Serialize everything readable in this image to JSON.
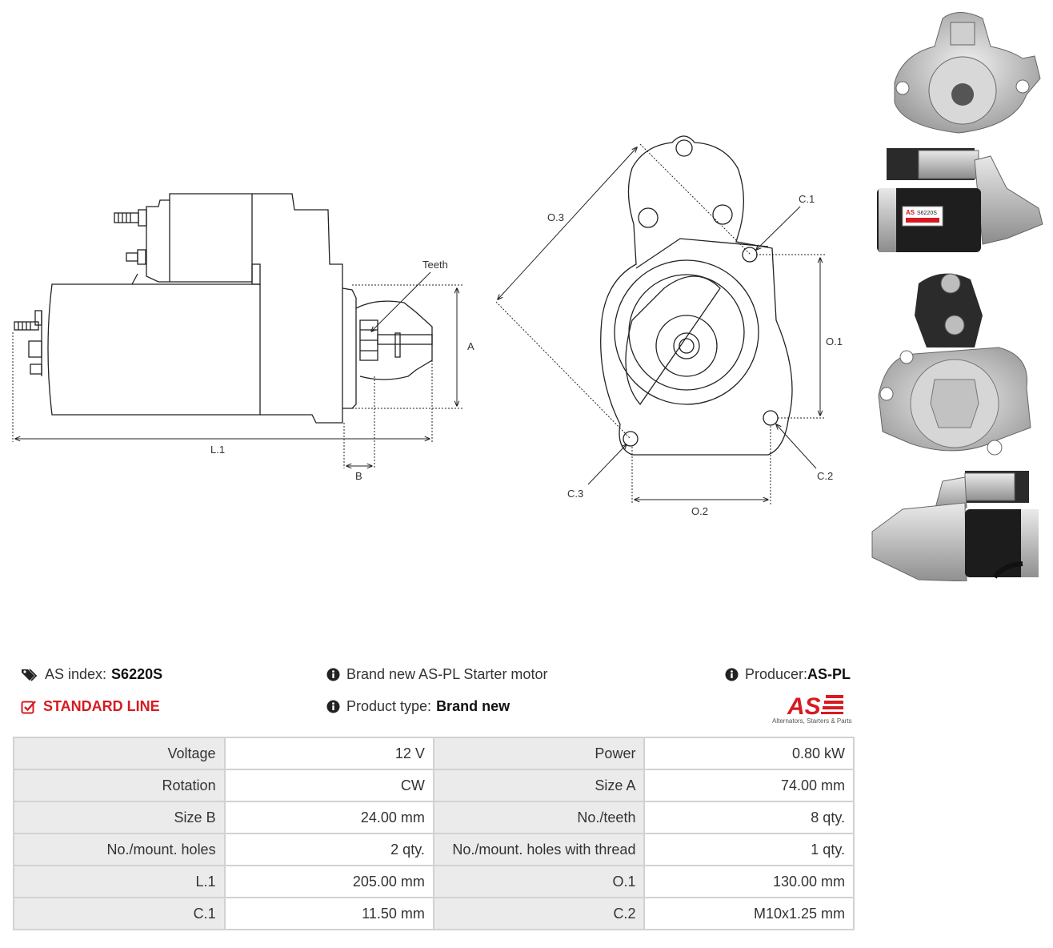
{
  "drawing": {
    "labels": {
      "teeth": "Teeth",
      "a": "A",
      "l1": "L.1",
      "b": "B",
      "o3": "O.3",
      "c1": "C.1",
      "o1": "O.1",
      "c2": "C.2",
      "c3": "C.3",
      "o2": "O.2"
    }
  },
  "photo_label": {
    "brand": "AS",
    "code": "S6220S"
  },
  "info": {
    "index_label": "AS index:",
    "index_value": "S6220S",
    "line_label": "STANDARD LINE",
    "description": "Brand new AS-PL Starter motor",
    "type_label": "Product type:",
    "type_value": "Brand new",
    "producer_label": "Producer:",
    "producer_value": "AS-PL",
    "logo_text": "AS",
    "logo_tagline": "Alternators, Starters & Parts"
  },
  "specs": [
    {
      "k1": "Voltage",
      "v1": "12 V",
      "k2": "Power",
      "v2": "0.80 kW"
    },
    {
      "k1": "Rotation",
      "v1": "CW",
      "k2": "Size A",
      "v2": "74.00 mm"
    },
    {
      "k1": "Size B",
      "v1": "24.00 mm",
      "k2": "No./teeth",
      "v2": "8 qty."
    },
    {
      "k1": "No./mount. holes",
      "v1": "2 qty.",
      "k2": "No./mount. holes with thread",
      "v2": "1 qty."
    },
    {
      "k1": "L.1",
      "v1": "205.00 mm",
      "k2": "O.1",
      "v2": "130.00 mm"
    },
    {
      "k1": "C.1",
      "v1": "11.50 mm",
      "k2": "C.2",
      "v2": "M10x1.25 mm"
    }
  ],
  "colors": {
    "accent_red": "#d71a21",
    "table_key_bg": "#ebebeb",
    "table_border": "#d2d2d2"
  }
}
